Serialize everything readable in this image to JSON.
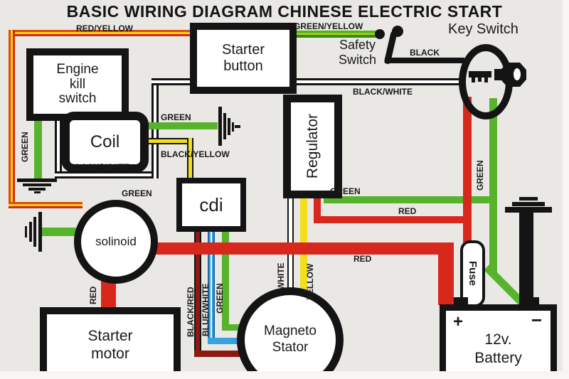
{
  "title": "BASIC WIRING DIAGRAM CHINESE ELECTRIC START",
  "components": {
    "engine_kill_switch": "Engine kill switch",
    "starter_button": "Starter button",
    "coil": "Coil",
    "cdi": "cdi",
    "regulator": "Regulator",
    "solenoid": "solinoid",
    "starter_motor": "Starter motor",
    "magneto_stator": "Magneto Stator",
    "fuse": "Fuse",
    "key_switch": "Key Switch",
    "safety_switch_line1": "Safety",
    "safety_switch_line2": "Switch",
    "battery_line1": "12v.",
    "battery_line2": "Battery",
    "battery_positive": "+",
    "battery_negative": "−"
  },
  "wire_labels": {
    "red_yellow": "RED/YELLOW",
    "green_yellow": "GREEN/YELLOW",
    "black": "BLACK",
    "black_white_top": "BLACK/WHITE",
    "black_white_bottom": "BLACK/WHITE",
    "green_kill_switch": "GREEN",
    "green_coil": "GREEN",
    "black_yellow": "BLACK/YELLOW",
    "green_solenoid": "GREEN",
    "green_regulator": "GREEN",
    "red_regulator": "RED",
    "green_key_switch": "GREEN",
    "red_main": "RED",
    "red_starter": "RED",
    "black_red": "BLACK/RED",
    "blue_white": "BLUE/WHITE",
    "green_cdi": "GREEN",
    "white": "WHITE",
    "yellow": "YELLOW"
  },
  "colors": {
    "background": "#e9e8e5",
    "red": "#d8281c",
    "dark_red": "#8c1a10",
    "green": "#58b32c",
    "yellow": "#f2df1d",
    "blue": "#35a3e0",
    "orange_red": "#e04a10",
    "black": "#141414"
  }
}
